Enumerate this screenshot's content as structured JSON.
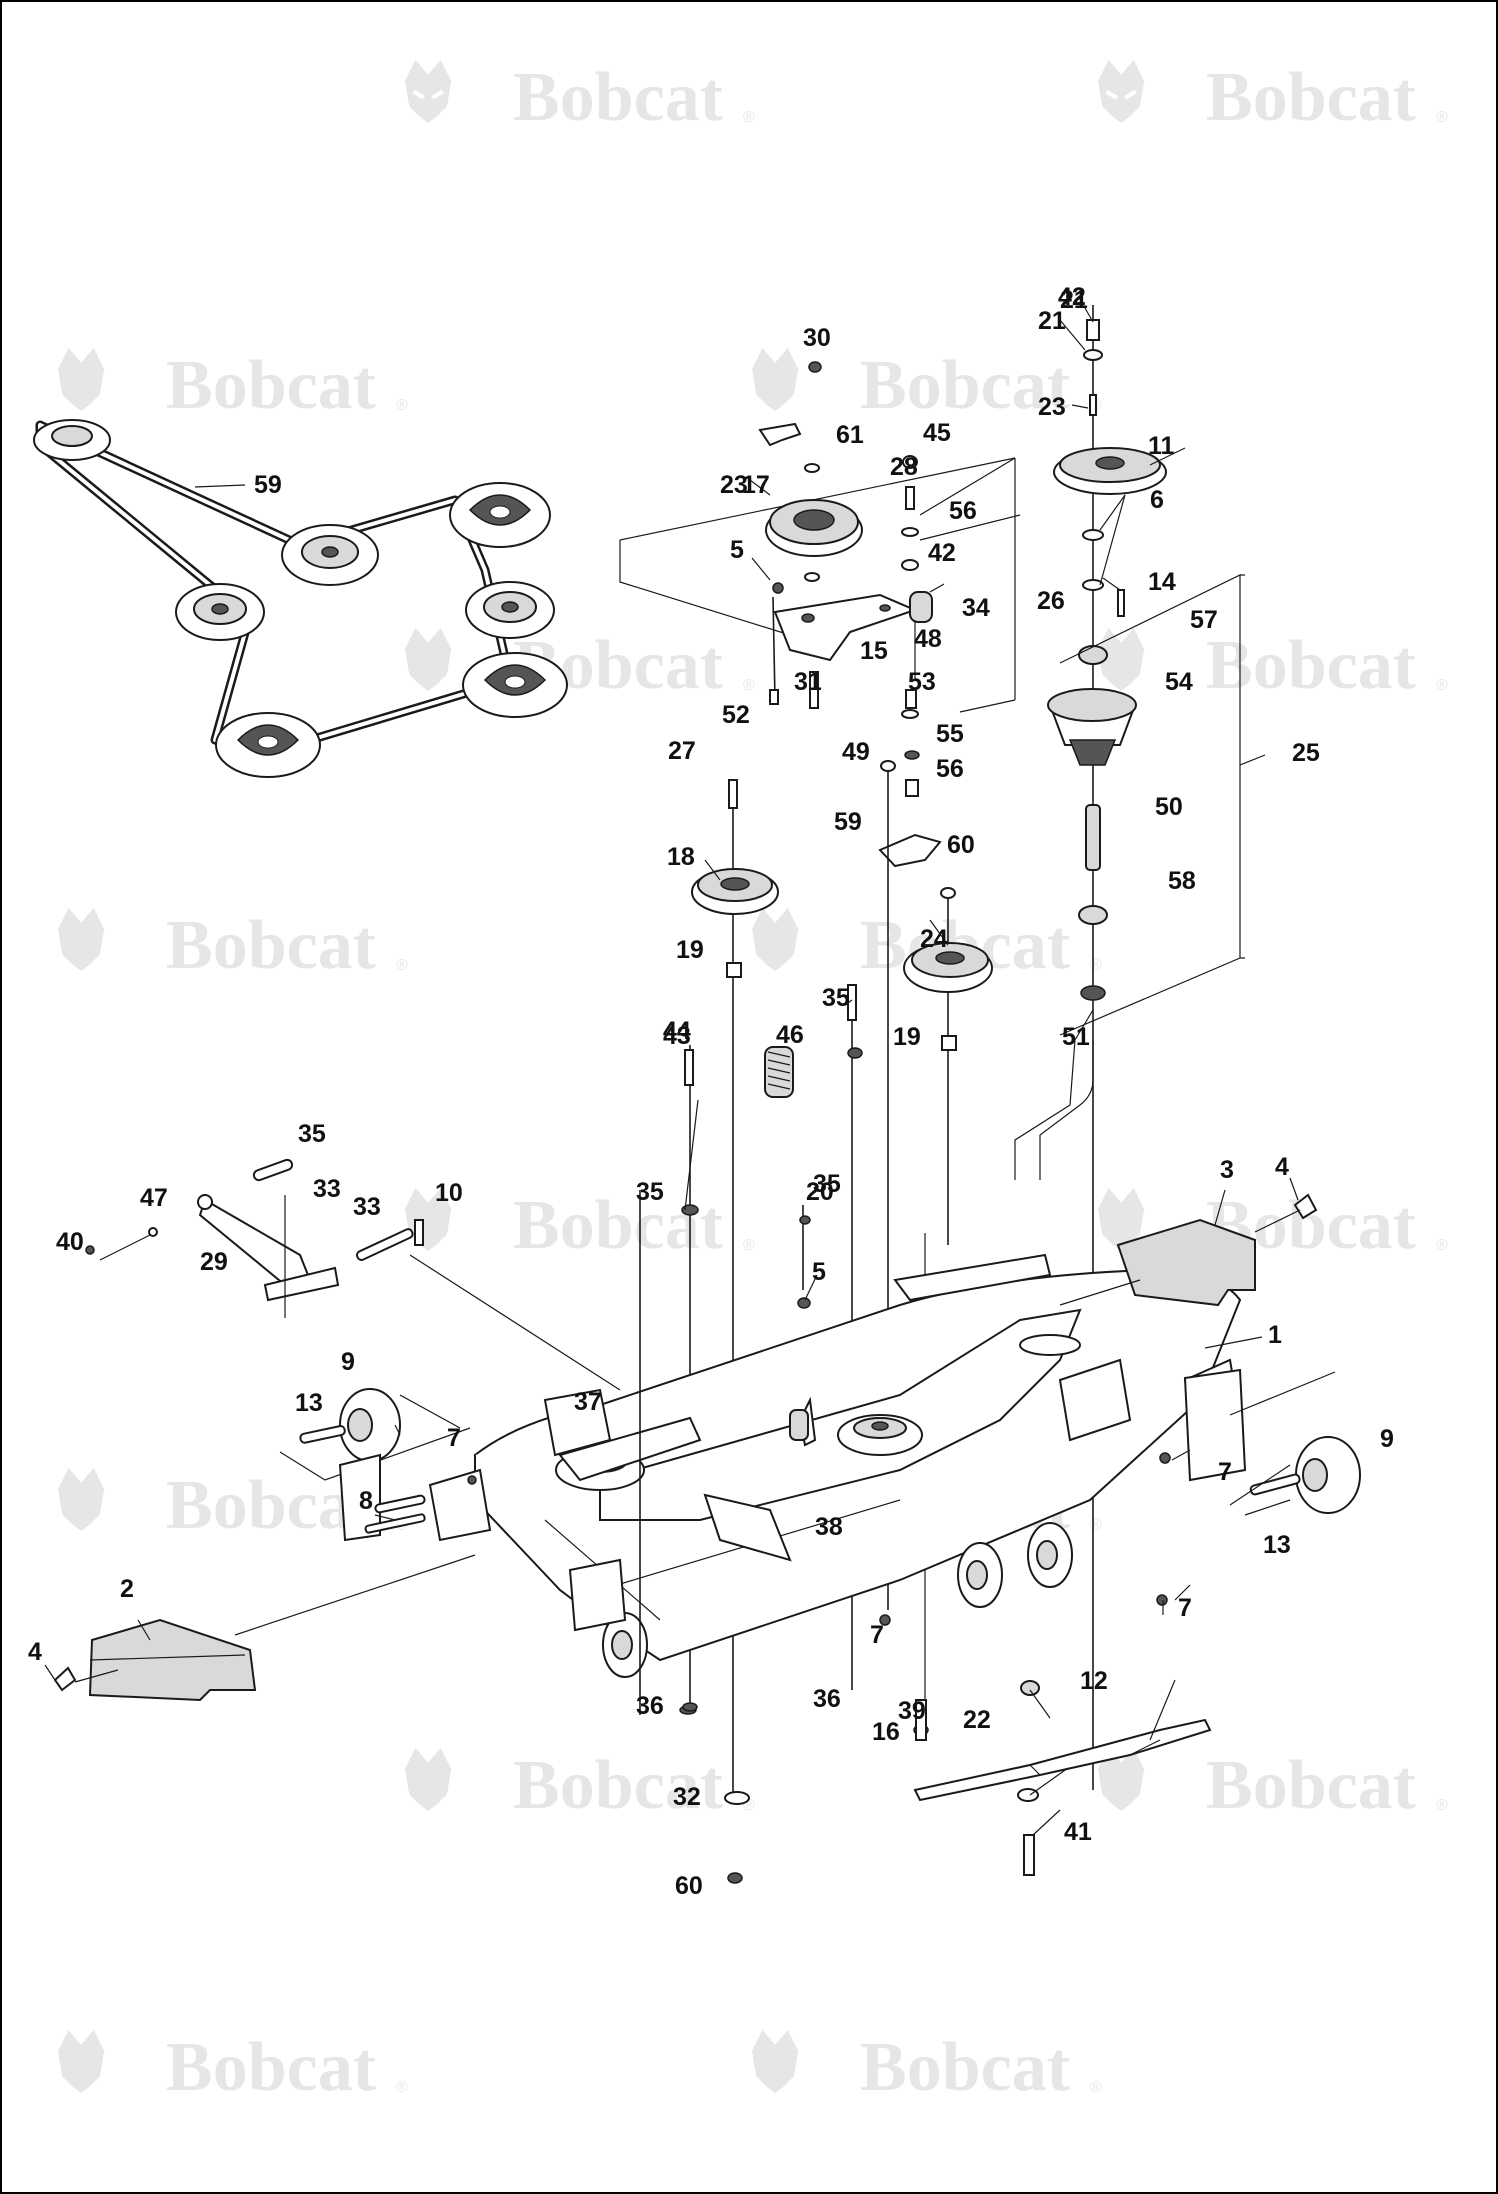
{
  "watermark": {
    "brand": "Bobcat",
    "symbol": "®"
  },
  "callouts": [
    {
      "id": "c1",
      "text": "1"
    },
    {
      "id": "c2",
      "text": "2"
    },
    {
      "id": "c3",
      "text": "3"
    },
    {
      "id": "c4a",
      "text": "4"
    },
    {
      "id": "c4b",
      "text": "4"
    },
    {
      "id": "c5a",
      "text": "5"
    },
    {
      "id": "c5b",
      "text": "5"
    },
    {
      "id": "c6",
      "text": "6"
    },
    {
      "id": "c7a",
      "text": "7"
    },
    {
      "id": "c7b",
      "text": "7"
    },
    {
      "id": "c7c",
      "text": "7"
    },
    {
      "id": "c7d",
      "text": "7"
    },
    {
      "id": "c8",
      "text": "8"
    },
    {
      "id": "c9a",
      "text": "9"
    },
    {
      "id": "c9b",
      "text": "9"
    },
    {
      "id": "c10",
      "text": "10"
    },
    {
      "id": "c11",
      "text": "11"
    },
    {
      "id": "c12",
      "text": "12"
    },
    {
      "id": "c13a",
      "text": "13"
    },
    {
      "id": "c13b",
      "text": "13"
    },
    {
      "id": "c14",
      "text": "14"
    },
    {
      "id": "c15",
      "text": "15"
    },
    {
      "id": "c16",
      "text": "16"
    },
    {
      "id": "c17",
      "text": "17"
    },
    {
      "id": "c18",
      "text": "18"
    },
    {
      "id": "c19a",
      "text": "19"
    },
    {
      "id": "c19b",
      "text": "19"
    },
    {
      "id": "c20",
      "text": "20"
    },
    {
      "id": "c21a",
      "text": "21"
    },
    {
      "id": "c21b",
      "text": "21"
    },
    {
      "id": "c22",
      "text": "22"
    },
    {
      "id": "c23a",
      "text": "23"
    },
    {
      "id": "c23b",
      "text": "23"
    },
    {
      "id": "c24",
      "text": "24"
    },
    {
      "id": "c25",
      "text": "25"
    },
    {
      "id": "c26",
      "text": "26"
    },
    {
      "id": "c27",
      "text": "27"
    },
    {
      "id": "c28",
      "text": "28"
    },
    {
      "id": "c29",
      "text": "29"
    },
    {
      "id": "c30",
      "text": "30"
    },
    {
      "id": "c31",
      "text": "31"
    },
    {
      "id": "c32",
      "text": "32"
    },
    {
      "id": "c33a",
      "text": "33"
    },
    {
      "id": "c33b",
      "text": "33"
    },
    {
      "id": "c34",
      "text": "34"
    },
    {
      "id": "c35a",
      "text": "35"
    },
    {
      "id": "c35b",
      "text": "35"
    },
    {
      "id": "c35c",
      "text": "35"
    },
    {
      "id": "c35d",
      "text": "35"
    },
    {
      "id": "c36a",
      "text": "36"
    },
    {
      "id": "c36b",
      "text": "36"
    },
    {
      "id": "c37",
      "text": "37"
    },
    {
      "id": "c38",
      "text": "38"
    },
    {
      "id": "c39",
      "text": "39"
    },
    {
      "id": "c40",
      "text": "40"
    },
    {
      "id": "c41",
      "text": "41"
    },
    {
      "id": "c42a",
      "text": "42"
    },
    {
      "id": "c42b",
      "text": "42"
    },
    {
      "id": "c43",
      "text": "43"
    },
    {
      "id": "c44",
      "text": "44"
    },
    {
      "id": "c45",
      "text": "45"
    },
    {
      "id": "c46",
      "text": "46"
    },
    {
      "id": "c47",
      "text": "47"
    },
    {
      "id": "c48",
      "text": "48"
    },
    {
      "id": "c49",
      "text": "49"
    },
    {
      "id": "c50",
      "text": "50"
    },
    {
      "id": "c51",
      "text": "51"
    },
    {
      "id": "c52",
      "text": "52"
    },
    {
      "id": "c53",
      "text": "53"
    },
    {
      "id": "c54",
      "text": "54"
    },
    {
      "id": "c55",
      "text": "55"
    },
    {
      "id": "c56a",
      "text": "56"
    },
    {
      "id": "c56b",
      "text": "56"
    },
    {
      "id": "c57",
      "text": "57"
    },
    {
      "id": "c58",
      "text": "58"
    },
    {
      "id": "c59a",
      "text": "59"
    },
    {
      "id": "c59b",
      "text": "59"
    },
    {
      "id": "c60a",
      "text": "60"
    },
    {
      "id": "c60b",
      "text": "60"
    },
    {
      "id": "c61",
      "text": "61"
    }
  ]
}
